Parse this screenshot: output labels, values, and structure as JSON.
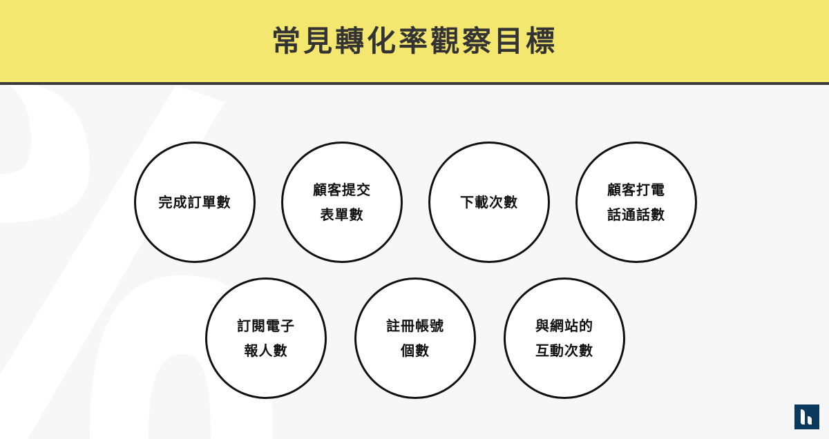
{
  "header": {
    "title": "常見轉化率觀察目標",
    "background_color": "#f3e76f",
    "border_color": "#3a3a3a"
  },
  "background": {
    "color": "#f7f7f7",
    "watermark_icon": "percent-sign"
  },
  "goals": [
    {
      "line1": "完成訂單數",
      "line2": ""
    },
    {
      "line1": "顧客提交",
      "line2": "表單數"
    },
    {
      "line1": "下載次數",
      "line2": ""
    },
    {
      "line1": "顧客打電",
      "line2": "話通話數"
    },
    {
      "line1": "訂閱電子",
      "line2": "報人數"
    },
    {
      "line1": "註冊帳號",
      "line2": "個數"
    },
    {
      "line1": "與網站的",
      "line2": "互動次數"
    }
  ],
  "logo": {
    "icon": "brand-logo-icon",
    "color": "#0c3a5e"
  }
}
